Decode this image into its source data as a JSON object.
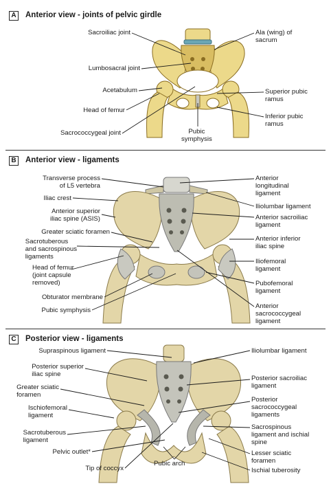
{
  "panel_a": {
    "letter": "A",
    "title": "Anterior view - joints of pelvic girdle",
    "labels": {
      "sacroiliac": "Sacroiliac joint",
      "ala": "Ala (wing) of\nsacrum",
      "lumbosacral": "Lumbosacral joint",
      "acetabulum": "Acetabulum",
      "sup_pubic": "Superior pubic\nramus",
      "head_femur": "Head of femur",
      "inf_pubic": "Inferior pubic\nramus",
      "sacrococcygeal": "Sacrococcygeal joint",
      "pubic_symphysis": "Pubic\nsymphysis"
    }
  },
  "panel_b": {
    "letter": "B",
    "title": "Anterior view - ligaments",
    "labels": {
      "transverse": "Transverse process\nof L5 vertebra",
      "iliac_crest": "Iliac crest",
      "asis": "Anterior superior\niliac spine (ASIS)",
      "greater_sciatic": "Greater sciatic foramen",
      "sacrotuberous": "Sacrotuberous\nand sacrospinous\nligaments",
      "head_femur": "Head of femur\n(joint capsule\nremoved)",
      "obturator": "Obturator membrane",
      "pubic_symphysis": "Pubic symphysis",
      "ant_longitudinal": "Anterior\nlongitudinal\nligament",
      "iliolumbar": "Iliolumbar ligament",
      "ant_sacroiliac": "Anterior sacroiliac\nligament",
      "aiis": "Anterior inferior\niliac spine",
      "iliofemoral": "Iliofemoral\nligament",
      "pubofemoral": "Pubofemoral\nligament",
      "ant_sacrococcygeal": "Anterior\nsacrococcygeal\nligament"
    }
  },
  "panel_c": {
    "letter": "C",
    "title": "Posterior view - ligaments",
    "labels": {
      "supraspinous": "Supraspinous ligament",
      "psis": "Posterior superior\niliac spine",
      "greater_sciatic": "Greater sciatic\nforamen",
      "ischiofemoral": "Ischiofemoral\nligament",
      "sacrotuberous": "Sacrotuberous\nligament",
      "pelvic_outlet": "Pelvic outlet*",
      "tip_coccyx": "Tip of coccyx",
      "pubic_arch": "Pubic arch",
      "iliolumbar": "Iliolumbar ligament",
      "post_sacroiliac": "Posterior sacroiliac\nligament",
      "post_sacrococcygeal": "Posterior\nsacrococcygeal\nligaments",
      "sacrospinous": "Sacrospinous\nligament and ischial\nspine",
      "lesser_sciatic": "Lesser sciatic\nforamen",
      "ischial_tuberosity": "Ischial tuberosity"
    }
  },
  "colors": {
    "bone": "#ecd98a",
    "bone_shade": "#c9a94a",
    "bone_outline": "#8a6d22",
    "ligament": "#d7d7cf",
    "ligament_shade": "#a8a89c",
    "dark": "#4b3a12"
  }
}
